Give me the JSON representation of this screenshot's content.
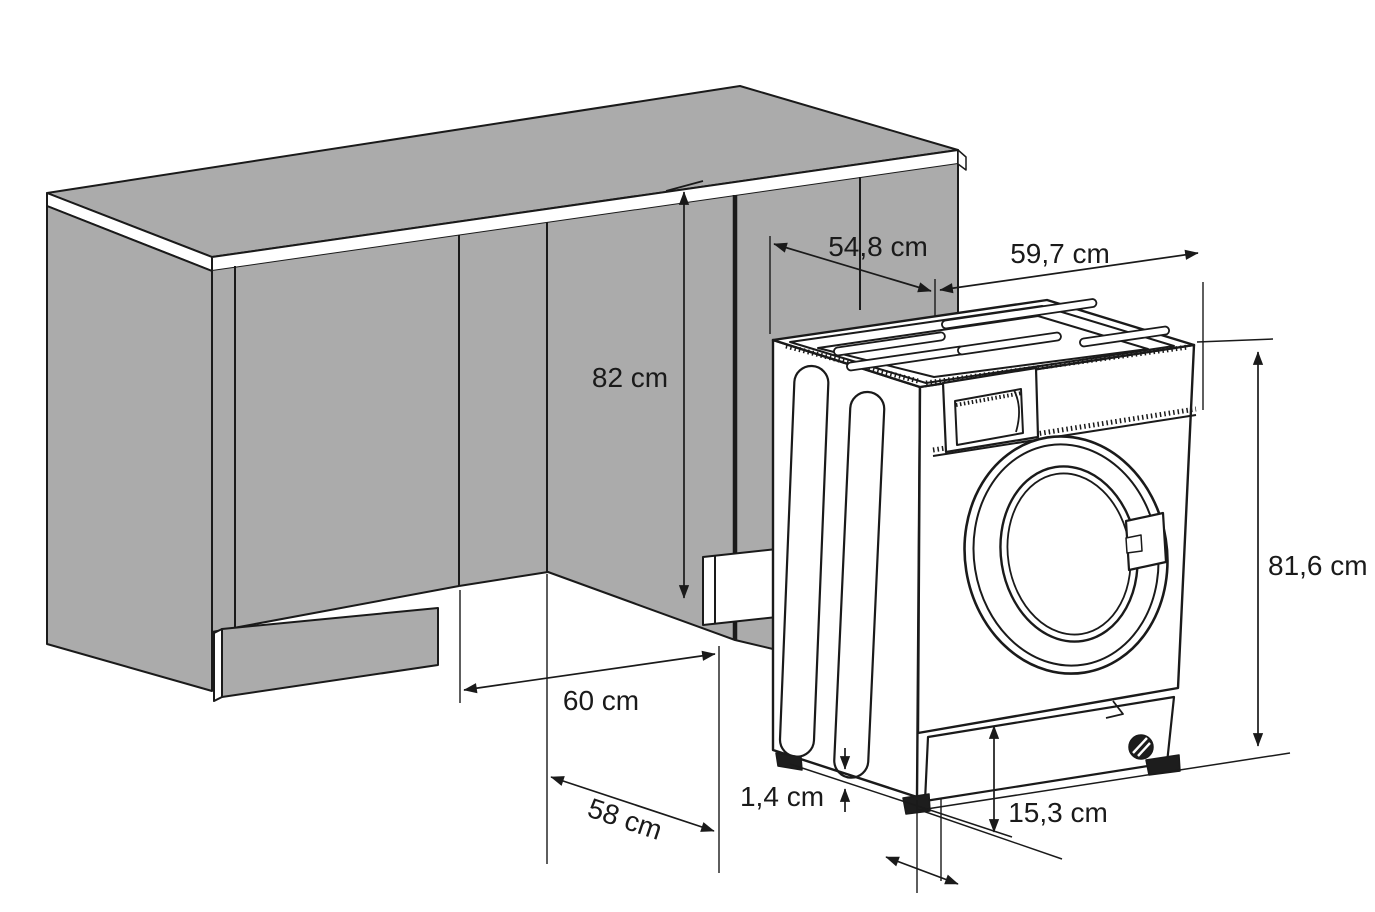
{
  "figure": {
    "type": "installation dimension diagram",
    "subject": "built-in washing machine niche under kitchen countertop"
  },
  "colors": {
    "background": "#ffffff",
    "cabinet_fill": "#ababab",
    "machine_fill": "#ffffff",
    "line": "#1a1a1a",
    "foot_fill": "#1d1d1d"
  },
  "dimensions": {
    "niche_height": "82 cm",
    "niche_depth_top": "54,8 cm",
    "machine_depth": "59,7 cm",
    "machine_height": "81,6 cm",
    "niche_width": "60 cm",
    "niche_floor_depth": "58 cm",
    "base_offset": "1,4 cm",
    "plinth_height": "15,3 cm"
  }
}
